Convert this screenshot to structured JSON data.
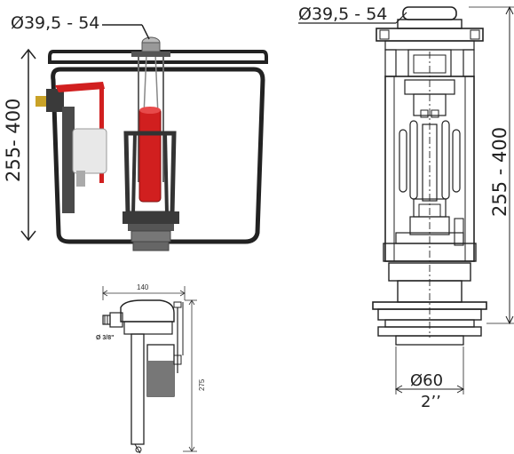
{
  "cistern_view": {
    "top_diameter": "Ø39,5 - 54",
    "height_range": "255- 400"
  },
  "drain_valve_drawing": {
    "top_diameter": "Ø39,5 - 54",
    "height_range": "255 - 400",
    "outlet_diameter": "Ø60",
    "outlet_inch": "2’’"
  },
  "fill_valve_drawing": {
    "width": "140",
    "height": "275",
    "inlet_thread": "Ø 3/8\""
  },
  "colors": {
    "line": "#222222",
    "red_part": "#d11f1f",
    "dark_part": "#3a3a3a",
    "brass": "#c9a227"
  }
}
